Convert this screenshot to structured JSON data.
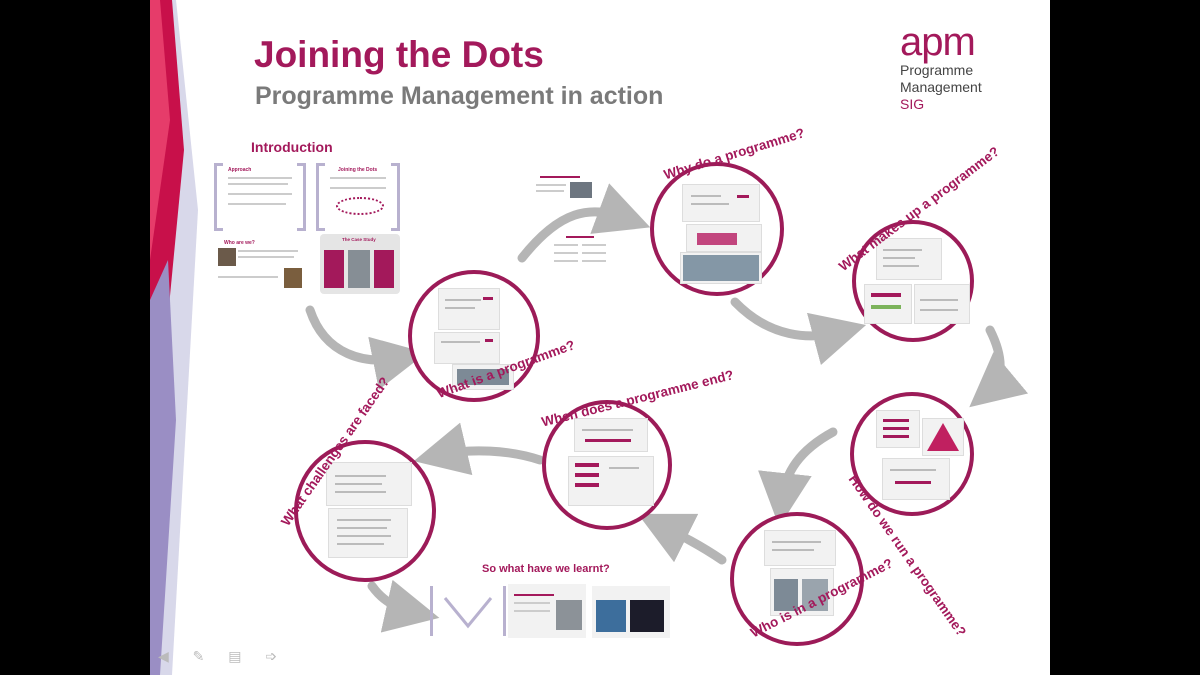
{
  "slide": {
    "title": "Joining the Dots",
    "subtitle": "Programme Management in action",
    "intro_label": "Introduction",
    "bottom_label": "So what have we learnt?"
  },
  "logo": {
    "brand": "apm",
    "line1": "Programme",
    "line2": "Management",
    "line3": "SIG",
    "color": "#a3195b"
  },
  "circles": [
    {
      "label": "What is a programme?"
    },
    {
      "label": "Why do a programme?"
    },
    {
      "label": "What makes up a programme?"
    },
    {
      "label": "How do we run a programme?"
    },
    {
      "label": "Who is in a programme?"
    },
    {
      "label": "When does a programme end?"
    },
    {
      "label": "What challenges are faced?"
    }
  ],
  "intro_cards": {
    "approach": "Approach",
    "joining": "Joining the Dots",
    "who": "Who are we?",
    "case_study": "The Case Study"
  },
  "colors": {
    "accent": "#a3195b",
    "ring": "#9c1b58",
    "arrow": "#b5b5b5",
    "left_band": [
      "#c8104a",
      "#7b4fa0",
      "#b7b7d6"
    ]
  }
}
